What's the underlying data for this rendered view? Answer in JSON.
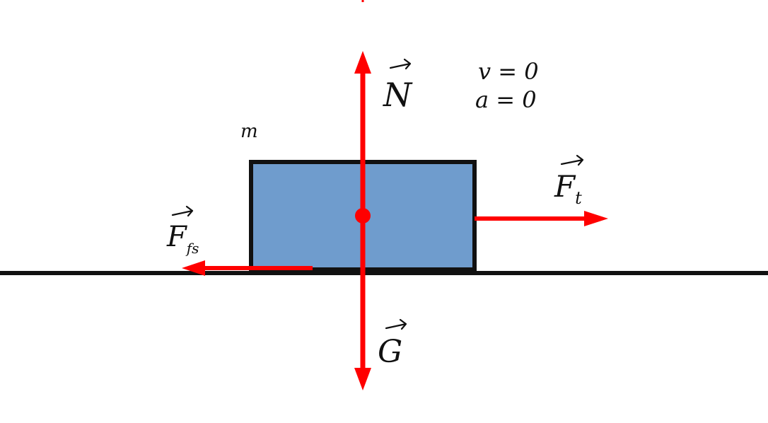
{
  "colors": {
    "block_fill": "#6f9ccd",
    "block_border": "#111111",
    "force": "#ff0000",
    "ground": "#111111",
    "text": "#111111",
    "background": "#ffffff"
  },
  "labels": {
    "mass": "m",
    "normal": "N",
    "weight": "G",
    "traction": "F",
    "traction_sub": "t",
    "static_friction": "F",
    "static_friction_sub": "fs",
    "velocity": "v = 0",
    "acceleration": "a = 0"
  }
}
